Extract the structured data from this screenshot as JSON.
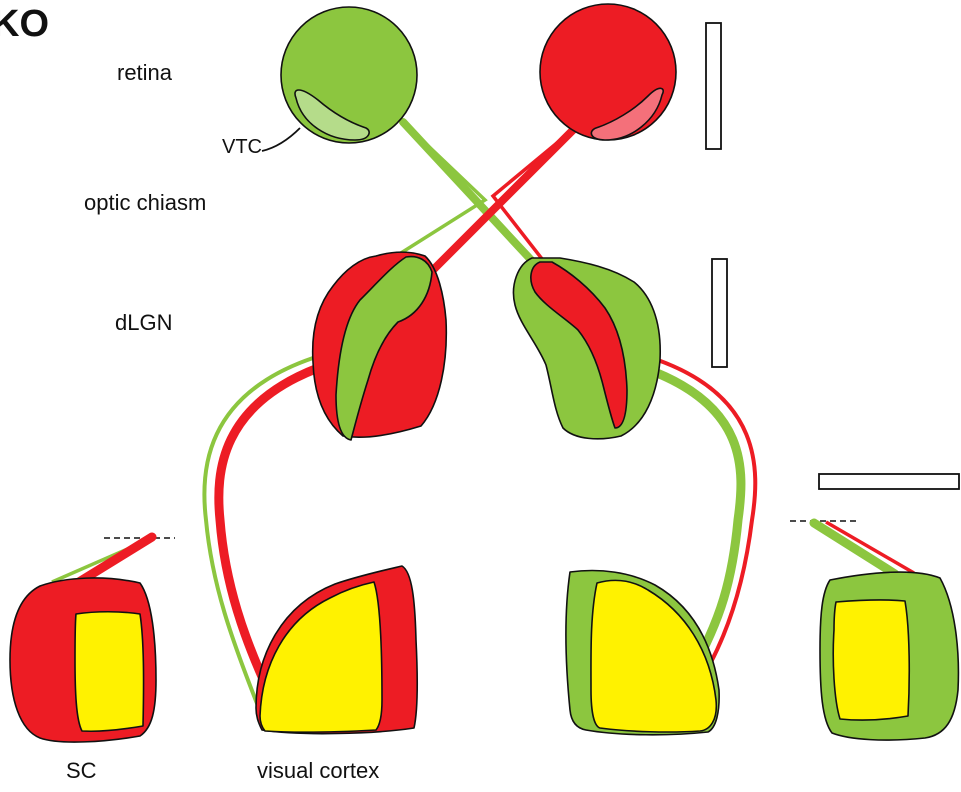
{
  "figure": {
    "panel_label": "KO",
    "labels": {
      "retina": "retina",
      "vtc": "VTC",
      "optic_chiasm": "optic chiasm",
      "dlgn": "dLGN",
      "sc": "SC",
      "visual_cortex": "visual cortex"
    },
    "colors": {
      "green": "#8cc63f",
      "red": "#ed1c24",
      "yellow": "#fff200",
      "light_green": "#b5dc8a",
      "pink": "#f4707a"
    }
  }
}
